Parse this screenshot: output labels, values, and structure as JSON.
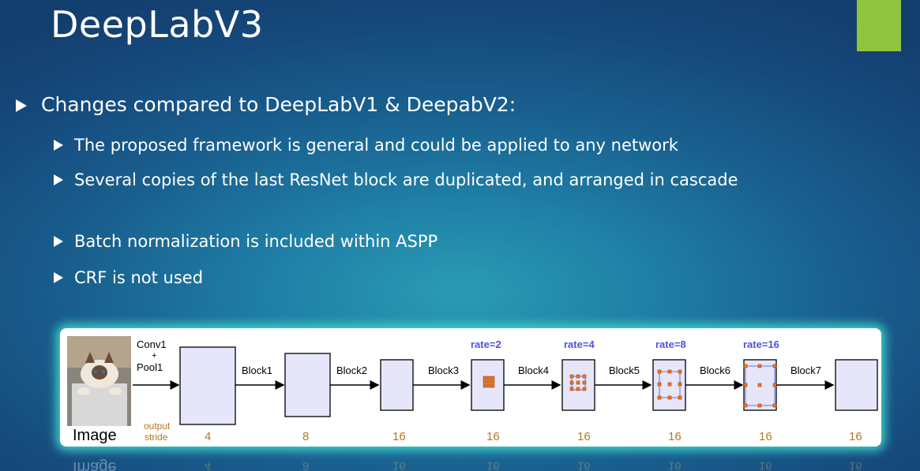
{
  "slide": {
    "title": "DeepLabV3",
    "accent_color": "#90c540"
  },
  "bullets": {
    "main": "Changes compared to DeepLabV1 & DeepabV2:",
    "sub": [
      "The proposed framework is general and could be applied to any network",
      "Several copies of the last ResNet block are duplicated, and arranged in cascade",
      "Batch normalization is included within ASPP",
      "CRF is not used"
    ]
  },
  "diagram": {
    "image_label": "Image",
    "conv_label_lines": [
      "Conv1",
      "+",
      "Pool1"
    ],
    "output_stride_lines": [
      "output",
      "stride"
    ],
    "block_labels": [
      "Block1",
      "Block2",
      "Block3",
      "Block4",
      "Block5",
      "Block6",
      "Block7"
    ],
    "rate_labels": [
      "rate=2",
      "rate=4",
      "rate=8",
      "rate=16"
    ],
    "stride_values": [
      "4",
      "8",
      "16",
      "16",
      "16",
      "16",
      "16",
      "16"
    ],
    "colors": {
      "box_fill": "#e6e6fa",
      "rate_text": "#5050e0",
      "stride_text": "#b07820",
      "kernel_dot": "#f07820"
    }
  }
}
